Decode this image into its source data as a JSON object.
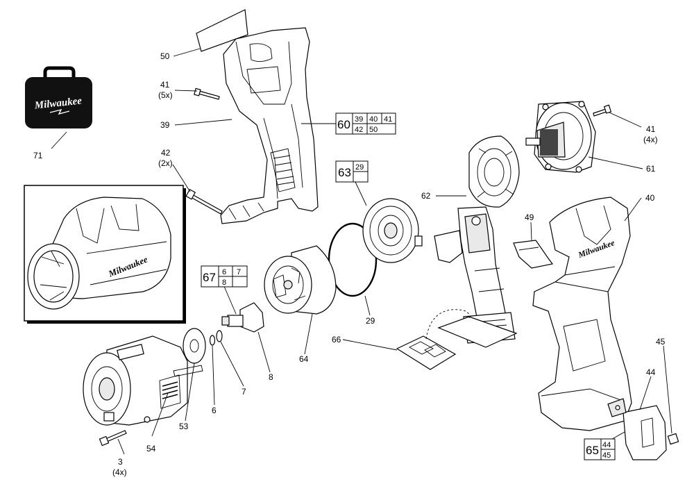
{
  "labels": {
    "p50": "50",
    "p41a": "41",
    "p41a_qty": "(5x)",
    "p39": "39",
    "p42": "42",
    "p42_qty": "(2x)",
    "p71": "71",
    "p41b": "41",
    "p41b_qty": "(4x)",
    "p61": "61",
    "p62": "62",
    "p40": "40",
    "p49": "49",
    "p29": "29",
    "p64": "64",
    "p8": "8",
    "p7": "7",
    "p6": "6",
    "p53": "53",
    "p54": "54",
    "p3": "3",
    "p3_qty": "(4x)",
    "p66": "66",
    "p45": "45",
    "p44": "44"
  },
  "kits": {
    "k60": {
      "num": "60",
      "items": [
        "39",
        "40",
        "41",
        "42",
        "50"
      ]
    },
    "k63": {
      "num": "63",
      "items": [
        "29"
      ]
    },
    "k67": {
      "num": "67",
      "items": [
        "6",
        "7",
        "8"
      ]
    },
    "k65": {
      "num": "65",
      "items": [
        "44",
        "45"
      ]
    }
  },
  "branding": {
    "case_logo": "Milwaukee",
    "boot_logo": "Milwaukee",
    "handle_logo": "Milwaukee"
  }
}
